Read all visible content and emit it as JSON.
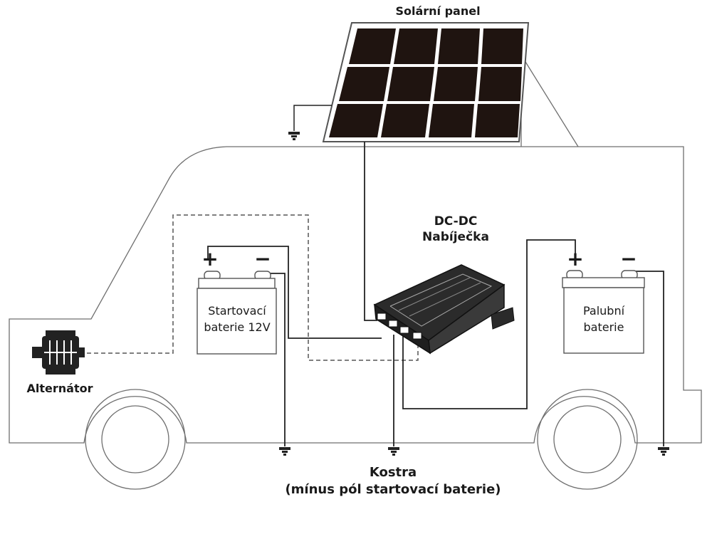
{
  "labels": {
    "solar_panel": "Solární panel",
    "dcdc_line1": "DC-DC",
    "dcdc_line2": "Nabíječka",
    "start_battery_line1": "Startovací",
    "start_battery_line2": "baterie 12V",
    "house_battery_line1": "Palubní",
    "house_battery_line2": "baterie",
    "alternator": "Alternátor",
    "ground_line1": "Kostra",
    "ground_line2": "(mínus pól startovací baterie)"
  },
  "symbols": {
    "plus": "+",
    "minus": "−"
  },
  "colors": {
    "outline": "#6f6f6f",
    "wire": "#222222",
    "panel_cell": "#1f1410",
    "device": "#2a2a2a"
  }
}
